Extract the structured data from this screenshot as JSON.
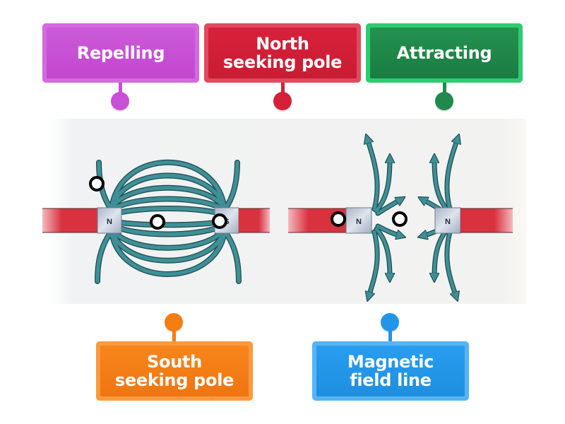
{
  "labels": [
    {
      "text": "Repelling",
      "color": "#c94fd6",
      "light": "#d979e2",
      "dark": "#b43cc4",
      "pin": "top"
    },
    {
      "text": "North seeking pole",
      "line1": "North",
      "line2": "seeking pole",
      "color": "#d61f38",
      "light": "#e04a5e",
      "dark": "#b8182f",
      "pin": "top"
    },
    {
      "text": "Attracting",
      "color": "#1f8a4c",
      "light": "#2ecc71",
      "dark": "#17713d",
      "pin": "top"
    },
    {
      "text": "South seeking pole",
      "line1": "South",
      "line2": "seeking pole",
      "color": "#f57d12",
      "light": "#fa9a40",
      "dark": "#d96a0a",
      "pin": "bottom"
    },
    {
      "text": "Magnetic field line",
      "line1": "Magnetic",
      "line2": "field line",
      "color": "#2196e8",
      "light": "#58b4f2",
      "dark": "#1a7fcc",
      "pin": "bottom"
    }
  ],
  "diagram": {
    "left_panel": {
      "pole_left": "N",
      "pole_right": "S"
    },
    "right_panel": {
      "pole_left": "N",
      "pole_right": "N"
    },
    "field_color": "#3f8f96",
    "magnet_red": "#d8323f",
    "pole_face": "#b8c2d2"
  }
}
